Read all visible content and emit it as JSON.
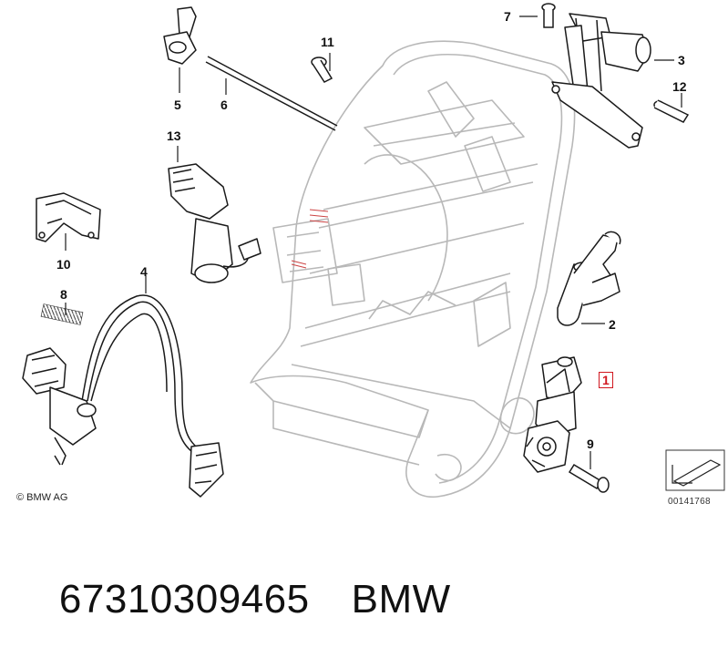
{
  "diagram": {
    "callouts": [
      {
        "id": "c1",
        "label": "1",
        "highlighted": true
      },
      {
        "id": "c2",
        "label": "2"
      },
      {
        "id": "c3",
        "label": "3"
      },
      {
        "id": "c4",
        "label": "4"
      },
      {
        "id": "c5",
        "label": "5"
      },
      {
        "id": "c6",
        "label": "6"
      },
      {
        "id": "c7",
        "label": "7"
      },
      {
        "id": "c8",
        "label": "8"
      },
      {
        "id": "c9",
        "label": "9"
      },
      {
        "id": "c10",
        "label": "10"
      },
      {
        "id": "c11",
        "label": "11"
      },
      {
        "id": "c12",
        "label": "12"
      },
      {
        "id": "c13",
        "label": "13"
      }
    ],
    "copyright": "© BMW AG",
    "document_id": "00141768",
    "highlight_color": "#d01820",
    "line_color": "#1a1a1a",
    "frame_color": "#b8b8b8"
  },
  "caption": {
    "part_number": "67310309465",
    "brand": "BMW"
  }
}
